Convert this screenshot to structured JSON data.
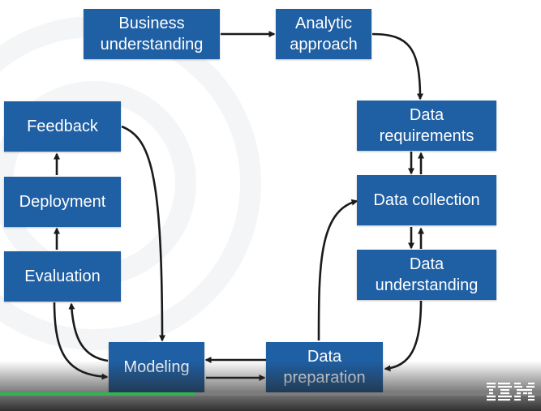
{
  "diagram": {
    "nodes": {
      "business_understanding": "Business\nunderstanding",
      "analytic_approach": "Analytic\napproach",
      "data_requirements": "Data\nrequirements",
      "data_collection": "Data collection",
      "data_understanding": "Data\nunderstanding",
      "data_preparation": "Data\npreparation",
      "modeling": "Modeling",
      "evaluation": "Evaluation",
      "deployment": "Deployment",
      "feedback": "Feedback"
    }
  },
  "colors": {
    "box": "#1f5fa3",
    "arrow": "#1a1a1a",
    "progress": "#32b454"
  },
  "video": {
    "progress": 0.36
  },
  "logo": {
    "text": "IBM"
  }
}
